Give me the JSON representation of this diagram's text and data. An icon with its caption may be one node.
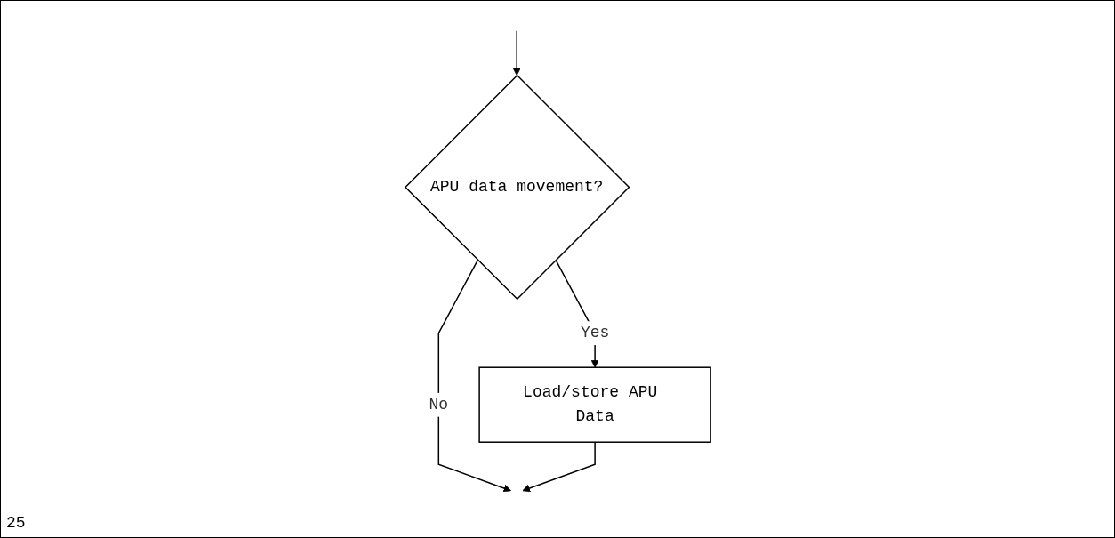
{
  "diagram": {
    "nodes": [
      {
        "text": [
          "APU data movement?"
        ]
      },
      {
        "text": [
          "Load/store APU Data"
        ]
      }
    ],
    "edges": [
      {
        "from": null,
        "to": 0,
        "arrow": "to"
      },
      {
        "from": 0,
        "to": 1,
        "label": "Yes",
        "arrow": "to"
      },
      {
        "from": 0,
        "to": null,
        "label": "No",
        "arrow": "to"
      },
      {
        "from": 1,
        "to": null,
        "arrow": "to"
      }
    ],
    "labels": [
      "25"
    ]
  }
}
